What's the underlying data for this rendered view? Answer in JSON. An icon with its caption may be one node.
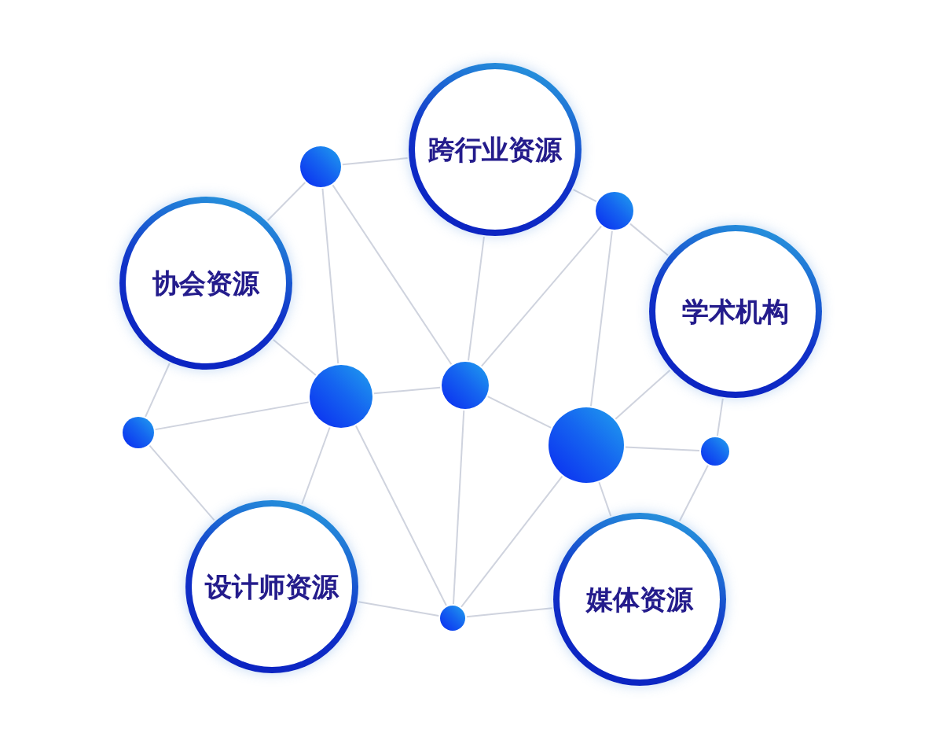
{
  "diagram": {
    "nodes": [
      {
        "text": [
          "跨行业资源"
        ]
      },
      {
        "text": [],
        "shape": "circle"
      },
      {
        "text": [],
        "shape": "circle"
      },
      {
        "text": [
          "协会资源"
        ]
      },
      {
        "text": [
          "学术机构"
        ]
      },
      {
        "text": [],
        "shape": "circle"
      },
      {
        "text": [],
        "shape": "circle"
      },
      {
        "text": [],
        "shape": "circle"
      },
      {
        "text": [],
        "shape": "circle"
      },
      {
        "text": [],
        "shape": "circle"
      },
      {
        "text": [
          "设计师资源"
        ]
      },
      {
        "text": [
          "媒体资源"
        ]
      },
      {
        "text": [],
        "shape": "circle"
      }
    ],
    "edges": [
      {
        "from": 1,
        "to": 0,
        "arrow": "none"
      },
      {
        "from": 1,
        "to": 3,
        "arrow": "none"
      },
      {
        "from": 1,
        "to": 5,
        "arrow": "none"
      },
      {
        "from": 1,
        "to": 6,
        "arrow": "none"
      },
      {
        "from": 0,
        "to": 6,
        "arrow": "none"
      },
      {
        "from": 0,
        "to": 2,
        "arrow": "none"
      },
      {
        "from": 2,
        "to": 6,
        "arrow": "none"
      },
      {
        "from": 2,
        "to": 4,
        "arrow": "none"
      },
      {
        "from": 2,
        "to": 8,
        "arrow": "none"
      },
      {
        "from": 3,
        "to": 5,
        "arrow": "none"
      },
      {
        "from": 3,
        "to": 7,
        "arrow": "none"
      },
      {
        "from": 7,
        "to": 5,
        "arrow": "none"
      },
      {
        "from": 5,
        "to": 6,
        "arrow": "none"
      },
      {
        "from": 7,
        "to": 10,
        "arrow": "none"
      },
      {
        "from": 5,
        "to": 10,
        "arrow": "none"
      },
      {
        "from": 5,
        "to": 12,
        "arrow": "none"
      },
      {
        "from": 6,
        "to": 12,
        "arrow": "none"
      },
      {
        "from": 6,
        "to": 8,
        "arrow": "none"
      },
      {
        "from": 4,
        "to": 8,
        "arrow": "none"
      },
      {
        "from": 4,
        "to": 9,
        "arrow": "none"
      },
      {
        "from": 8,
        "to": 9,
        "arrow": "none"
      },
      {
        "from": 8,
        "to": 11,
        "arrow": "none"
      },
      {
        "from": 8,
        "to": 12,
        "arrow": "none"
      },
      {
        "from": 9,
        "to": 11,
        "arrow": "none"
      },
      {
        "from": 10,
        "to": 12,
        "arrow": "none"
      },
      {
        "from": 12,
        "to": 11,
        "arrow": "none"
      }
    ]
  }
}
